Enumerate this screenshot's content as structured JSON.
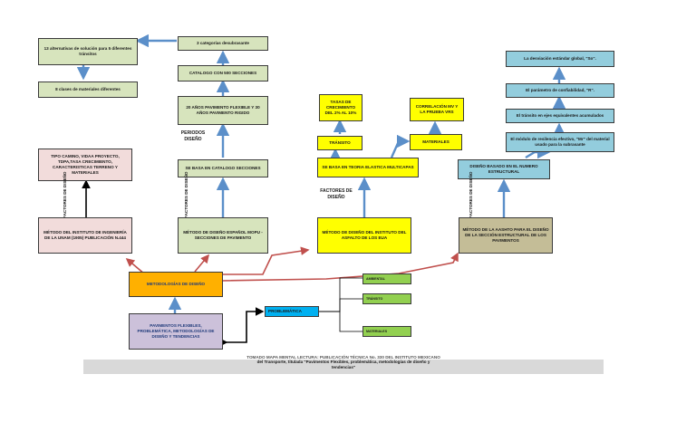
{
  "nodes": {
    "alternativas": "13 alternativas de solución para 5 diferentes tránsitos",
    "materiales_clases": "8 clases de materiales diferentes",
    "categorias": "3 categorías desubrasante",
    "catalogo": "CATALOGO CON 500 SECCIONES",
    "anios": "20 AÑOS PAVIMENTO FLEXIBLE Y 30 AÑOS PAVIMENTO RIGIDO",
    "periodos": "PERIODOS DISEÑO",
    "base_catalogo": "SE BASA EN CATALOGO SECCIONES",
    "tipo_camino": "TIPO CAMINO, VIDAA PROYECTO, TDPA,TASA CRECIMIENTO, CARACTERISTICAS TERRENO Y MATERIALES",
    "unam": "MÉTODO DEL INSTITUTO DE INGENIERÍA DE LA UNAM (1905) PUBLICACIÓN N.444",
    "mopu": "MÉTODO DE DISEÑO ESPAÑOL MOPU - SECCIONES DE PAVIMENTO",
    "tasas": "TASAS DE CRECIMIENTO DEL 2% AL 10%",
    "transito": "TRÁNSITO",
    "correlacion": "CORRELACIÓN MV Y LA PRUEBA VRS",
    "materiales_y": "MATERIALES",
    "teoria": "SE BASA EN TEORIA ELASTICA MULTICAPAS",
    "asfalto": "MÉTODO DE DISEÑO DEL INSTITUTO DEL ASFALTO DE LOS EUA",
    "desviacion": "La desviación estándar global, \"So\".",
    "parametro": "El parámetro de confiabilidad, \"R\".",
    "transito_ejes": "El tránsito en ejes equivalentes acumulados",
    "modulo": "El módulo de resilencia efectivo, \"Mr\" del material usado para la subrasante",
    "diseno_numero": "DISEÑO BASADO EN EL NUMERO ESTRUCTURAL",
    "aashto": "MÉTODO DE LA AASHTO PARA EL DISEÑO DE LA SECCIÓN ESTRUCTURAL DE LOS PAVIMENTOS",
    "metodologias": "METODOLOGÍAS DE DISEÑO",
    "pavimentos": "PAVIMENTOS FLEXIBLES, PROBLEMÁTICA, METODOLOGÍAS DE DISEÑO Y TENDENCIAS",
    "problematica": "PROBLEMÁTICA",
    "ambiental": "AMBIENTAL",
    "transito_g": "TRÁNSITO",
    "materiales_g": "MATERIALES"
  },
  "labels": {
    "factores": "FACTORES DE DISEÑO"
  },
  "caption": {
    "top_line": "TOMADO MAPA MENTAL LECTURA: PUBLICACIÓN TÉCNICA No. 330 DEL INSTITUTO MEXICANO",
    "line1": "del Transporte, titulada \"Pavimentos Flexibles, problemática, metodologías de diseño y",
    "line2": "tendencias\""
  },
  "colors": {
    "green": "#d7e4bd",
    "yellow": "#ffff00",
    "blue": "#93cddd",
    "pink": "#f2dcdb",
    "tan": "#c4bd97",
    "orange": "#ffb000",
    "lavender": "#ccc1da",
    "cyan": "#00b0f0",
    "lime": "#92d050",
    "arrow_blue": "#5b8fc9",
    "arrow_red": "#c0504d"
  }
}
